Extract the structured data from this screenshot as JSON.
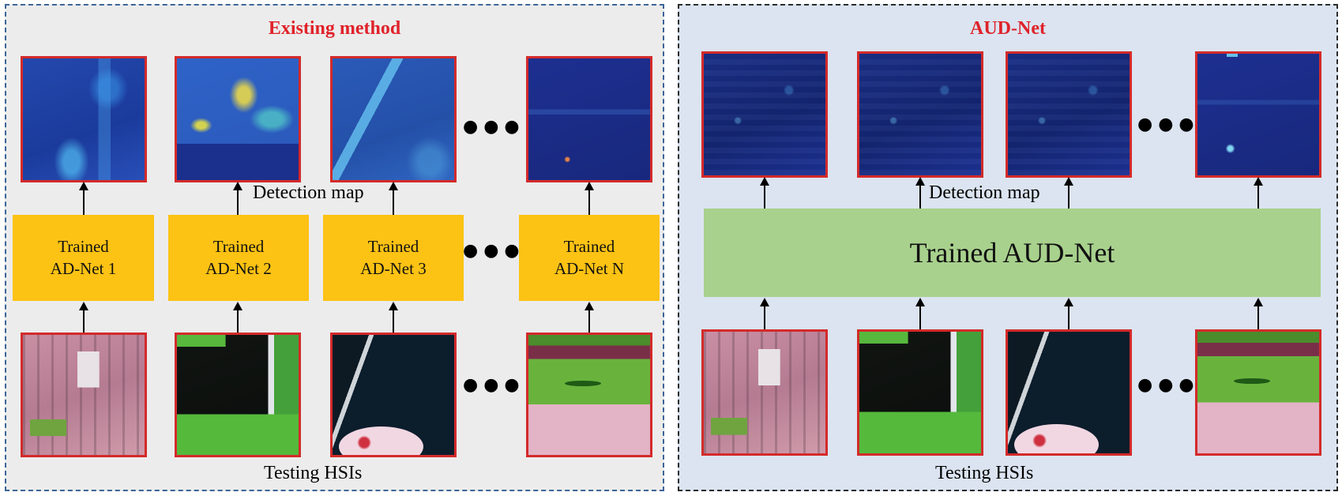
{
  "left_panel": {
    "title": "Existing method",
    "detection_label": "Detection map",
    "testing_label": "Testing HSIs",
    "models": [
      {
        "line1": "Trained",
        "line2": "AD-Net 1"
      },
      {
        "line1": "Trained",
        "line2": "AD-Net 2"
      },
      {
        "line1": "Trained",
        "line2": "AD-Net 3"
      },
      {
        "line1": "Trained",
        "line2": "AD-Net N"
      }
    ]
  },
  "right_panel": {
    "title": "AUD-Net",
    "detection_label": "Detection map",
    "testing_label": "Testing HSIs",
    "model": "Trained AUD-Net"
  },
  "colors": {
    "title_red": "#e0222a",
    "thumb_border": "#d42a2a",
    "ad_net_box": "#fcc214",
    "aud_net_box": "#a8d18d",
    "left_panel_bg": "#ececec",
    "right_panel_bg": "#dbe4f0"
  },
  "icons": {
    "ellipsis": "●●●",
    "arrow": "up-arrow"
  }
}
